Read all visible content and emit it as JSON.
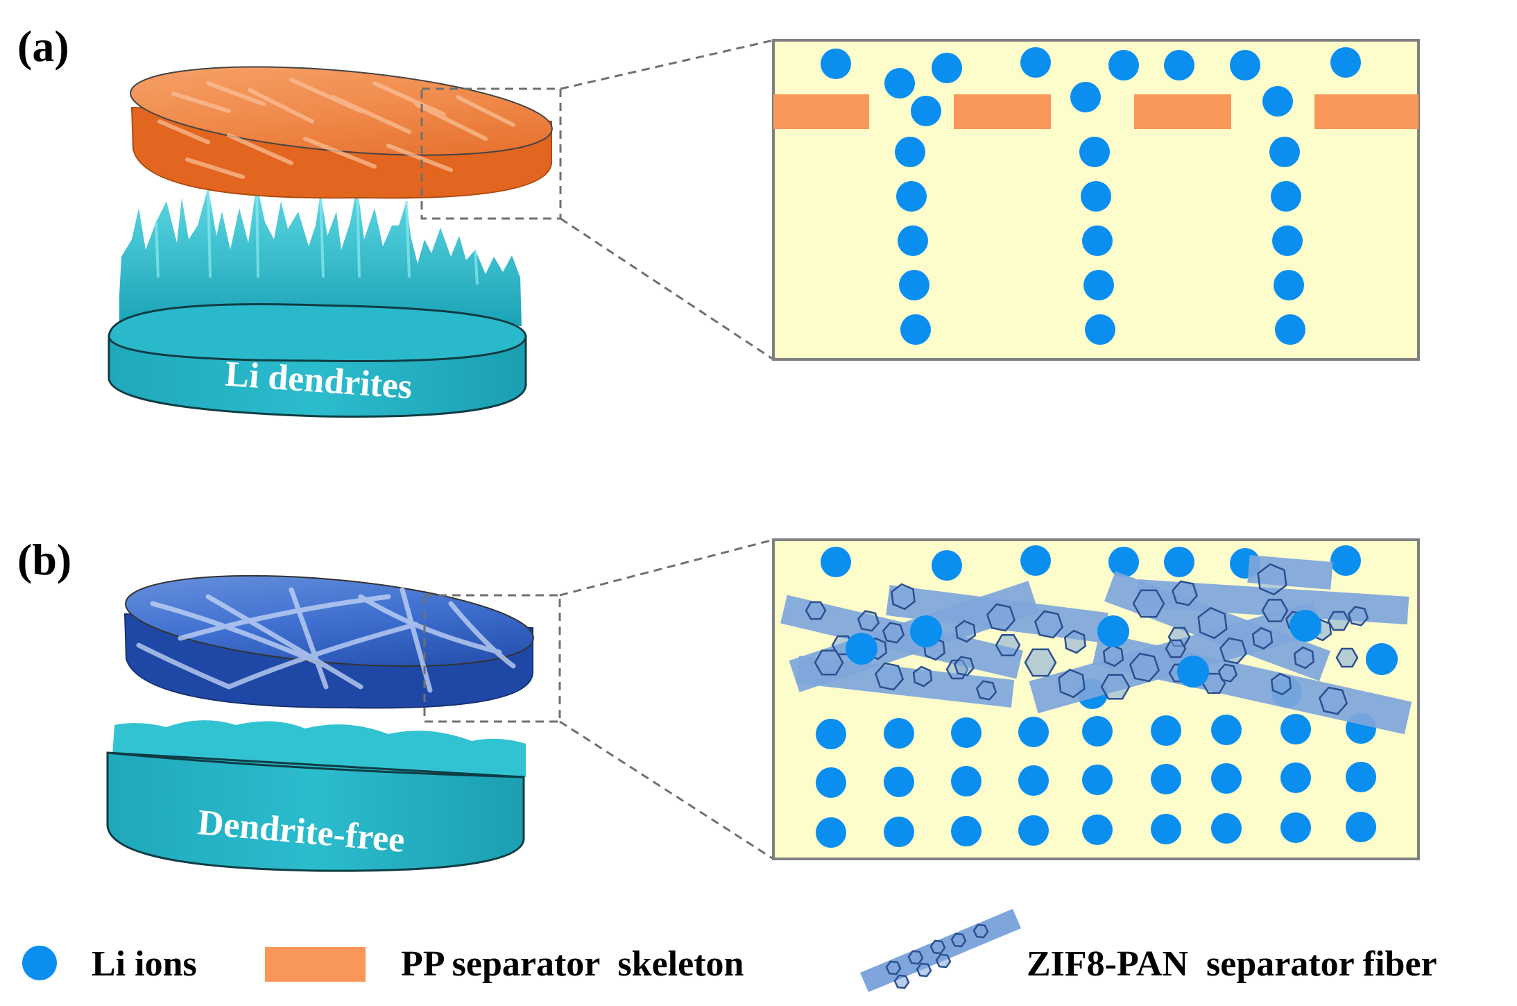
{
  "panels": {
    "a": {
      "label": "(a)",
      "disk_bottom_label": "Li dendrites"
    },
    "b": {
      "label": "(b)",
      "disk_bottom_label": "Dendrite-free"
    }
  },
  "legend": {
    "li_ions": "Li ions",
    "pp_skeleton": "PP separator  skeleton",
    "zif8_fiber": "ZIF8-PAN  separator fiber"
  },
  "colors": {
    "li_ion": "#0a8ff0",
    "pp_separator": "#f99659",
    "zif8_fiber": "#7ea6dc",
    "zif8_particle_edge": "#2b4f8f",
    "inset_background": "#fdfccb",
    "inset_border": "#808080",
    "electrode": "#27b4c6",
    "dendrite": "#31c3d2",
    "pp_disk": "#f07a3a",
    "zif8_disk": "#2f5fc4"
  },
  "icons": {
    "li_ion": "circle",
    "pp_separator": "rectangle",
    "zif8_fiber": "hexagon-decorated-bar"
  }
}
